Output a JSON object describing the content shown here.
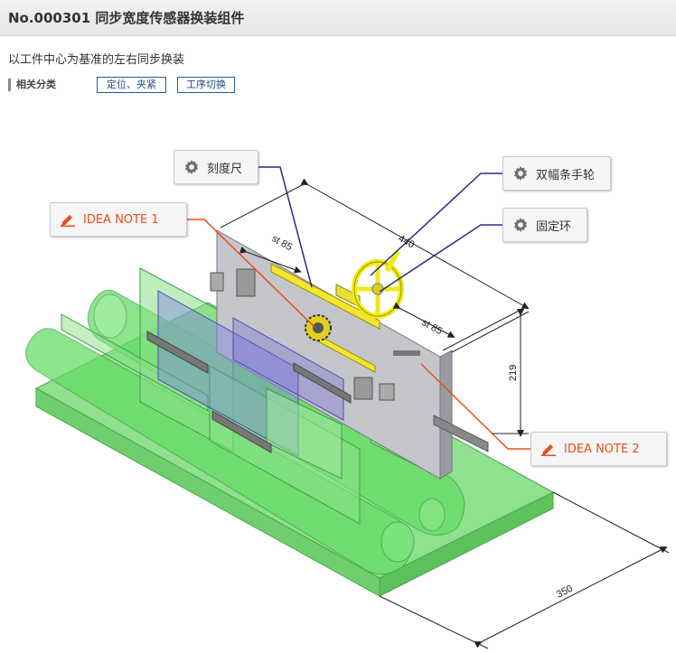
{
  "header": {
    "title": "No.000301 同步宽度传感器换装组件"
  },
  "summary": {
    "description": "以工件中心为基准的左右同步换装"
  },
  "category": {
    "label": "相关分类",
    "tags": [
      "定位、夹紧",
      "工序切换"
    ]
  },
  "callouts": {
    "scale": {
      "label": "刻度尺",
      "icon": "gear-icon"
    },
    "handwheel": {
      "label": "双幅条手轮",
      "icon": "gear-icon"
    },
    "fixed_ring": {
      "label": "固定环",
      "icon": "gear-icon"
    },
    "idea_note_1": {
      "label": "IDEA NOTE 1",
      "icon": "pencil-icon"
    },
    "idea_note_2": {
      "label": "IDEA NOTE 2",
      "icon": "pencil-icon"
    }
  },
  "dimensions": {
    "length": "440",
    "stroke_left": "st 85",
    "stroke_right": "st 85",
    "height": "219",
    "width": "350"
  },
  "colors": {
    "accent_idea": "#ee4b18",
    "leader_blue": "#2b2b8c",
    "tag_border": "#1f5fa3",
    "conveyor_green": "#5fd85f",
    "plate_gray": "#b8b8c0",
    "handwheel_yellow": "#f0e81a"
  }
}
